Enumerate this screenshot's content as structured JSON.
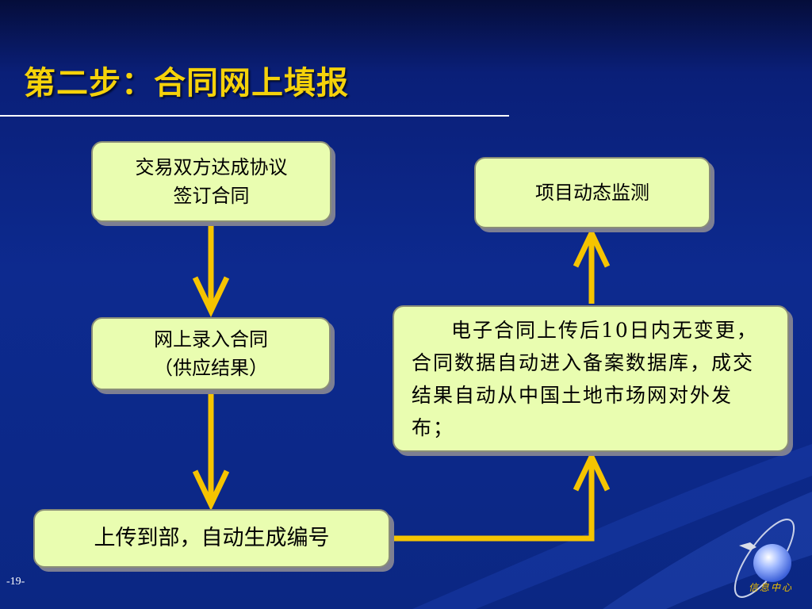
{
  "slide": {
    "title": "第二步：合同网上填报",
    "page_number": "-19-",
    "logo_text": "信息中心"
  },
  "nodes": {
    "agreement": {
      "text": "交易双方达成协议\n签订合同"
    },
    "online_entry": {
      "text": "网上录入合同\n（供应结果）"
    },
    "upload": {
      "text": "上传到部，自动生成编号"
    },
    "monitoring": {
      "text": "项目动态监测"
    },
    "auto_publish": {
      "text": "电子合同上传后10日内无变更，合同数据自动进入备案数据库，成交结果自动从中国土地市场网对外发布；"
    }
  },
  "colors": {
    "background": "#0d2a8f",
    "title": "#f5d20a",
    "box_fill": "#e9fdb0",
    "arrow": "#f5c400"
  }
}
